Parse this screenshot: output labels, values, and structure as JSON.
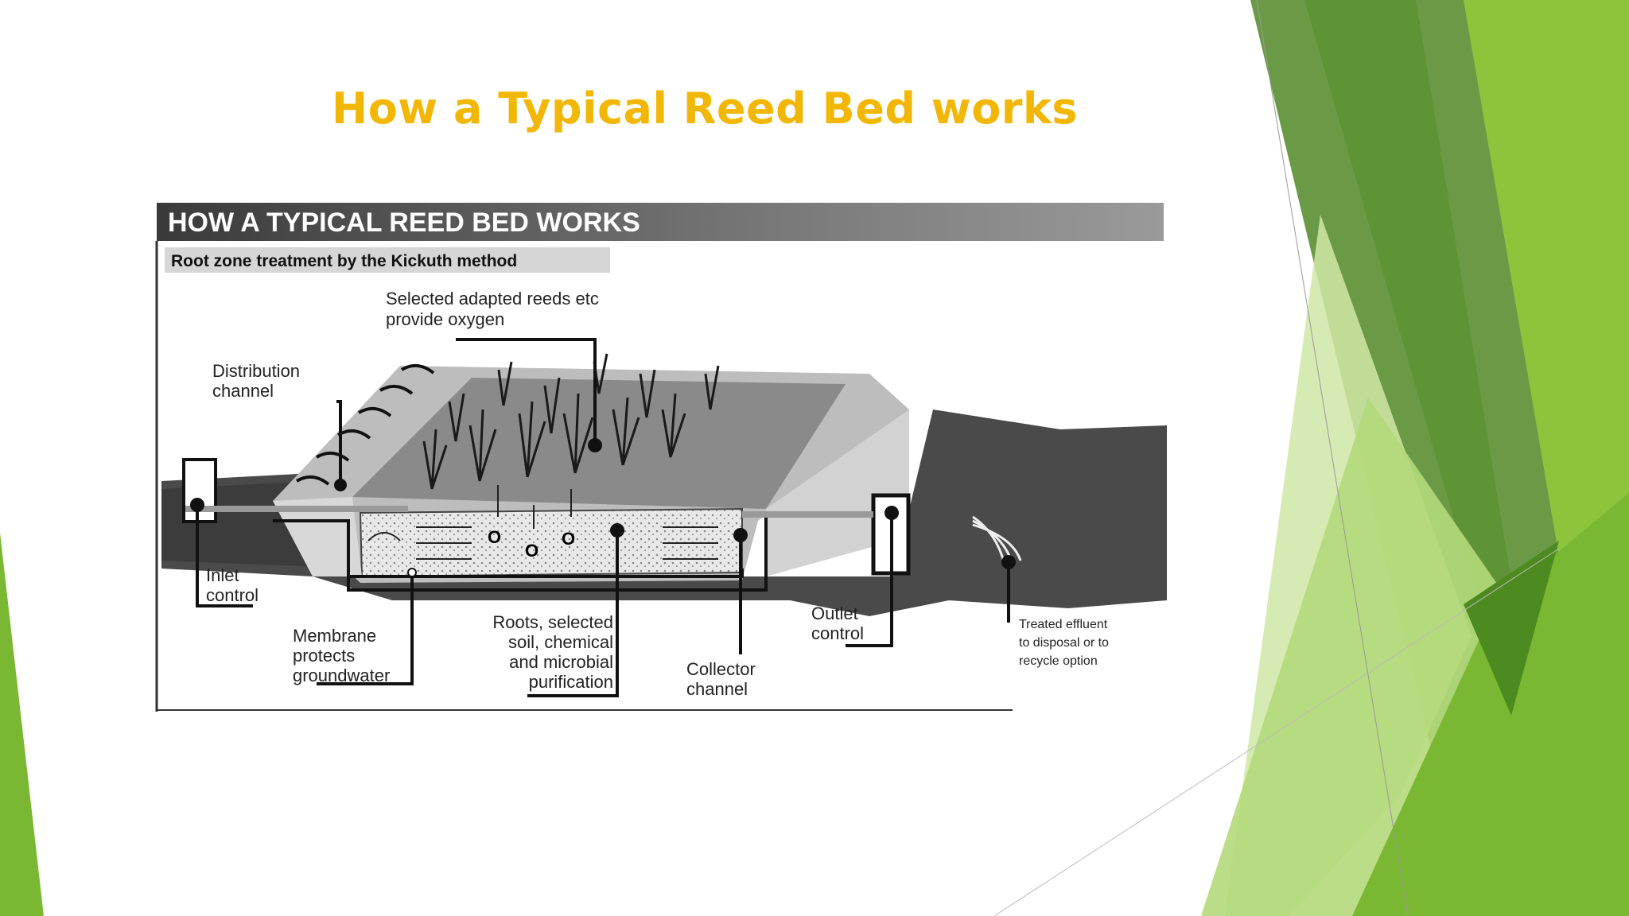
{
  "slide": {
    "title": "How a Typical Reed Bed works"
  },
  "figure": {
    "heading": "HOW A TYPICAL REED BED WORKS",
    "subheading": "Root zone treatment by the Kickuth method",
    "labels": {
      "reeds_line1": "Selected adapted reeds etc",
      "reeds_line2": "provide oxygen",
      "distribution_line1": "Distribution",
      "distribution_line2": "channel",
      "inlet_line1": "Inlet",
      "inlet_line2": "control",
      "membrane_line1": "Membrane",
      "membrane_line2": "protects",
      "membrane_line3": "groundwater",
      "roots_line1": "Roots, selected",
      "roots_line2": "soil, chemical",
      "roots_line3": "and microbial",
      "roots_line4": "purification",
      "collector_line1": "Collector",
      "collector_line2": "channel",
      "outlet_line1": "Outlet",
      "outlet_line2": "control",
      "treated_line1": "Treated effluent",
      "treated_line2": "to disposal or to",
      "treated_line3": "recycle option",
      "o2": "O"
    }
  },
  "colors": {
    "title": "#f2b705",
    "green_dark": "#5c8f2e",
    "green_mid": "#76b82a",
    "green_light": "#a6d15a"
  }
}
